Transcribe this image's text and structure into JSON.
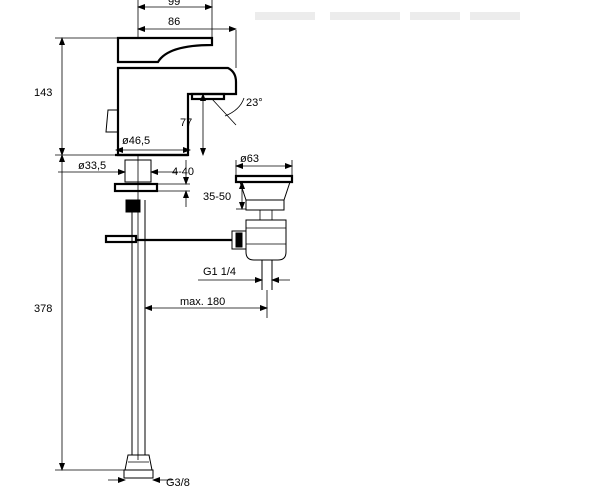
{
  "dimensions": {
    "width_99": "99",
    "width_86": "86",
    "height_143": "143",
    "spout_77": "77",
    "angle_23": "23°",
    "dia_46_5": "ø46,5",
    "dia_33_5": "ø33,5",
    "thickness_4_40": "4-40",
    "dia_63": "ø63",
    "range_35_50": "35-50",
    "thread_g1_1_4": "G1 1/4",
    "max_180": "max. 180",
    "length_378": "378",
    "thread_g3_8": "G3/8"
  }
}
